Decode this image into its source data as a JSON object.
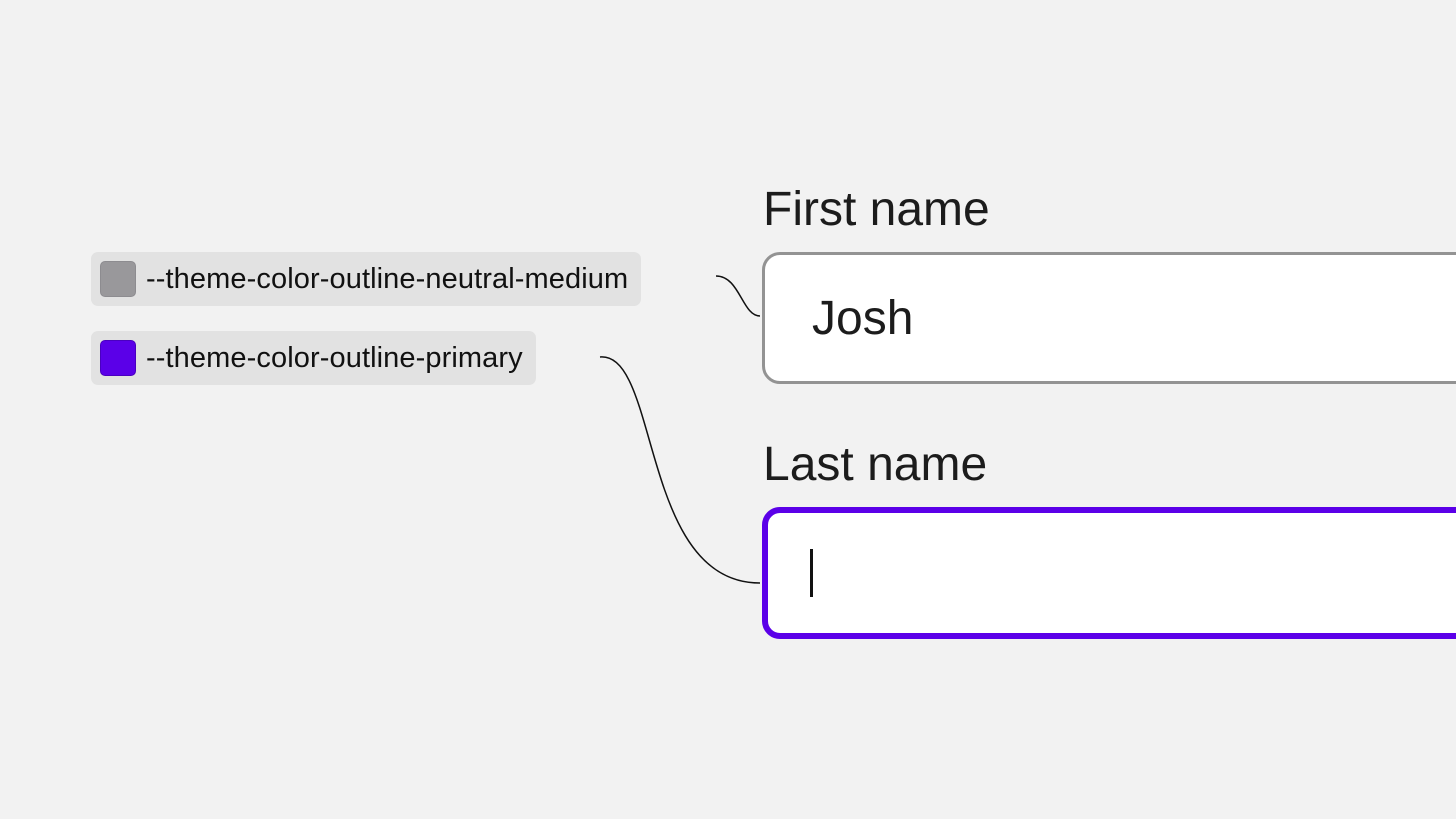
{
  "tokens": [
    {
      "name": "--theme-color-outline-neutral-medium",
      "color": "#99989b"
    },
    {
      "name": "--theme-color-outline-primary",
      "color": "#5b00e8"
    }
  ],
  "form": {
    "first_name": {
      "label": "First name",
      "value": "Josh",
      "state": "default"
    },
    "last_name": {
      "label": "Last name",
      "value": "",
      "state": "focused"
    }
  }
}
